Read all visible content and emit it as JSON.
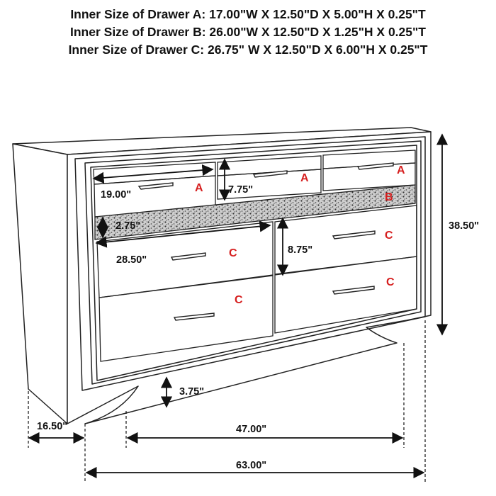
{
  "specs": [
    "Inner Size of Drawer A: 17.00\"W X 12.50\"D X 5.00\"H X 0.25\"T",
    "Inner Size of Drawer B: 26.00\"W X 12.50\"D X 1.25\"H X 0.25\"T",
    "Inner Size of Drawer C: 26.75\" W X 12.50\"D X 6.00\"H X 0.25\"T"
  ],
  "dimensions": {
    "drawer_a_width": "19.00\"",
    "drawer_a_height": "7.75\"",
    "drawer_b_height": "2.75\"",
    "drawer_c_width": "28.50\"",
    "drawer_c_height": "8.75\"",
    "total_height": "38.50\"",
    "leg_height": "3.75\"",
    "depth": "16.50\"",
    "inner_leg_width": "47.00\"",
    "total_width": "63.00\""
  },
  "drawer_labels": {
    "a1": "A",
    "a2": "A",
    "a3": "A",
    "b": "B",
    "c1": "C",
    "c2": "C",
    "c3": "C",
    "c4": "C"
  },
  "colors": {
    "line": "#222222",
    "label_red": "#d61f1f"
  }
}
